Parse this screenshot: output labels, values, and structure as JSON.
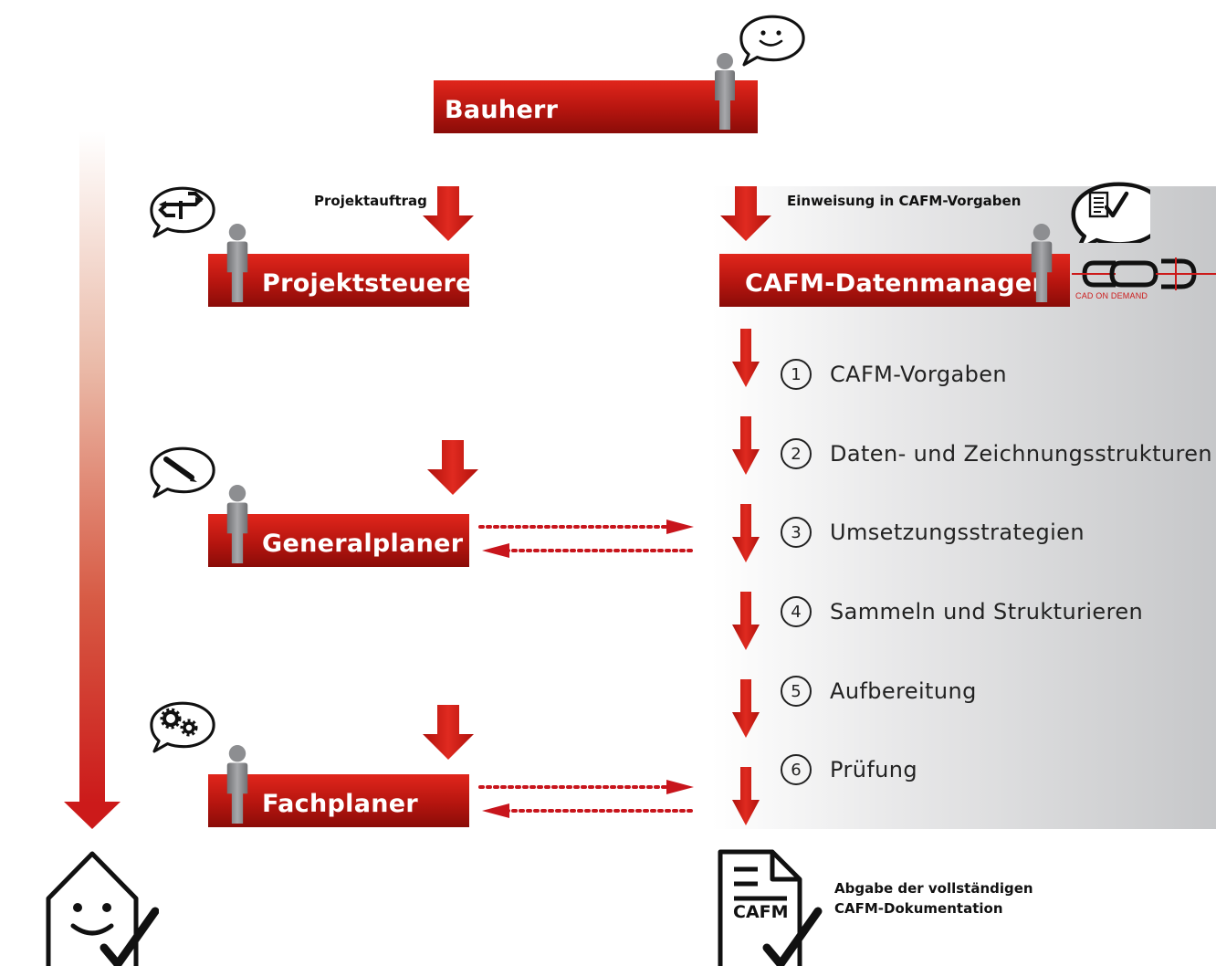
{
  "roles": {
    "bauherr": "Bauherr",
    "projektsteuerer": "Projektsteuerer",
    "datenmanager": "CAFM-Datenmanager",
    "generalplaner": "Generalplaner",
    "fachplaner": "Fachplaner"
  },
  "labels": {
    "projektauftrag": "Projektauftrag",
    "einweisung": "Einweisung in CAFM-Vorgaben",
    "abgabe_line1": "Abgabe der vollständigen",
    "abgabe_line2": "CAFM-Dokumentation",
    "doc_icon_text": "CAFM"
  },
  "logo": {
    "letters": "COD",
    "subtitle": "CAD ON DEMAND"
  },
  "steps": [
    {
      "num": "1",
      "label": "CAFM-Vorgaben"
    },
    {
      "num": "2",
      "label": "Daten- und Zeichnungsstrukturen"
    },
    {
      "num": "3",
      "label": "Umsetzungsstrategien"
    },
    {
      "num": "4",
      "label": "Sammeln und Strukturieren"
    },
    {
      "num": "5",
      "label": "Aufbereitung"
    },
    {
      "num": "6",
      "label": "Prüfung"
    }
  ],
  "colors": {
    "red": "#c8151c",
    "dark_red": "#8a0c08",
    "gray": "#c6c7c9",
    "person": "#8d8e91"
  }
}
